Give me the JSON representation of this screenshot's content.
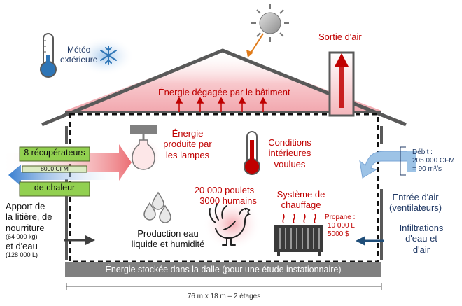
{
  "labels": {
    "meteo_line1": "Météo",
    "meteo_line2": "extérieure",
    "sortie_air": "Sortie d'air",
    "energie_batiment": "Énergie dégagée par le bâtiment",
    "lampes_line1": "Énergie",
    "lampes_line2": "produite par",
    "lampes_line3": "les lampes",
    "conditions_line1": "Conditions",
    "conditions_line2": "intérieures",
    "conditions_line3": "voulues",
    "recuperateurs": "8 récupérateurs",
    "cfm_8000": "8000 CFM",
    "chaleur": "de chaleur",
    "debit_line1": "Débit :",
    "debit_line2": "205 000 CFM",
    "debit_line3": "= 90 m³/s",
    "entree_line1": "Entrée d'air",
    "entree_line2": "(ventilateurs)",
    "apport_line1": "Apport de",
    "apport_line2": "la litière, de",
    "apport_line3": "nourriture",
    "apport_line4": "(64 000 kg)",
    "apport_line5": "et d'eau",
    "apport_line6": "(128 000 L)",
    "poulets_line1": "20 000 poulets",
    "poulets_line2": "= 3000 humains",
    "chauffage_line1": "Système de",
    "chauffage_line2": "chauffage",
    "propane_line1": "Propane :",
    "propane_line2": "10 000 L",
    "propane_line3": "5000 $",
    "production_line1": "Production eau",
    "production_line2": "liquide et humidité",
    "infiltrations_line1": "Infiltrations",
    "infiltrations_line2": "d'eau et",
    "infiltrations_line3": "d'air",
    "dalle": "Énergie stockée dans la dalle (pour une étude instationnaire)",
    "dimensions": "76 m x 18 m – 2 étages"
  },
  "icons": {
    "sun": "sun-icon",
    "snowflake": "snowflake-icon",
    "thermometer_cold": "thermometer-cold-icon",
    "thermometer_hot": "thermometer-hot-icon",
    "lamp": "light-bulb-icon",
    "water": "water-drops-icon",
    "rooster": "rooster-icon",
    "heater": "radiator-icon",
    "chimney": "chimney-icon"
  },
  "colors": {
    "heat_red": "#c00000",
    "house_outline": "#595959",
    "slab": "#808080",
    "green_box": "#92d050",
    "cold_blue": "#2e75b6",
    "dark_blue": "#1f4e79"
  }
}
